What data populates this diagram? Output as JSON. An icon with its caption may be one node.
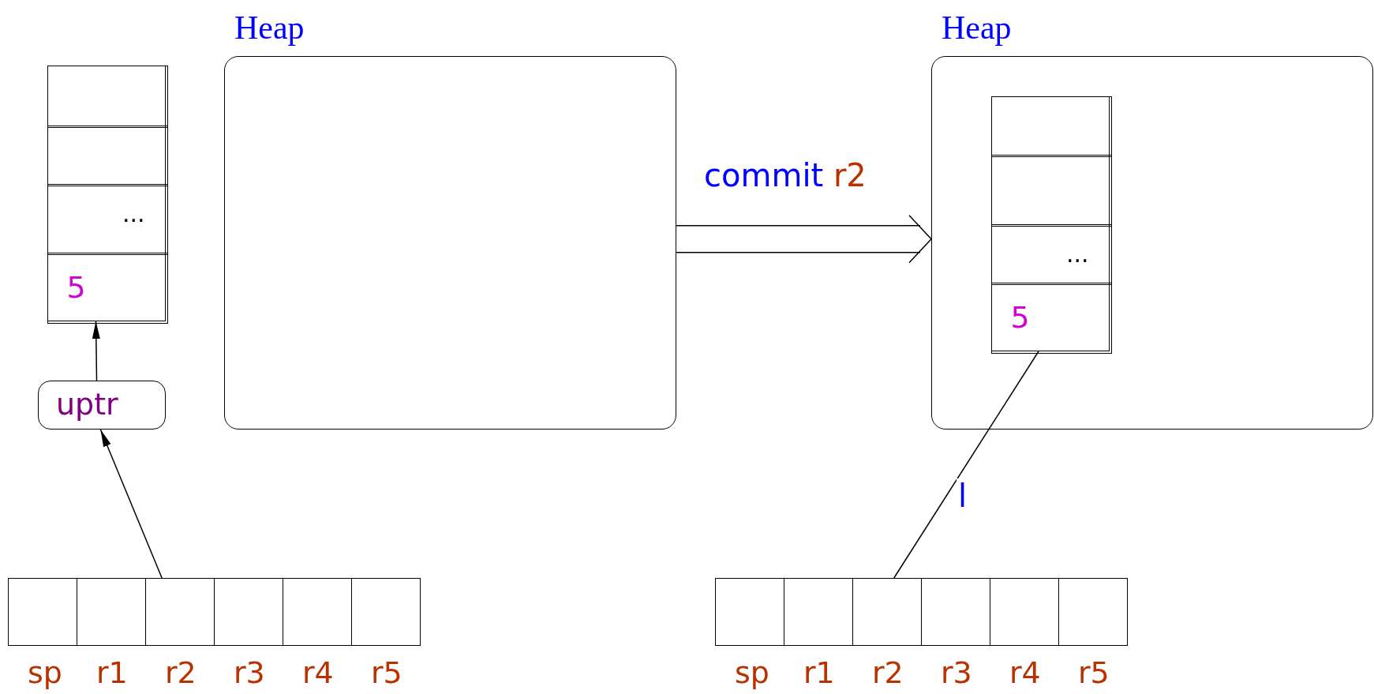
{
  "diagram": {
    "nodes": [
      {
        "text": [],
        "shape": "box"
      },
      {
        "text": [],
        "shape": "box",
        "in": 0
      },
      {
        "text": [],
        "shape": "box",
        "in": 0
      },
      {
        "text": [
          "..."
        ],
        "in": 0
      },
      {
        "text": [
          "5"
        ],
        "in": 0
      },
      {
        "text": [
          "Heap"
        ]
      },
      {
        "text": [
          "uptr"
        ]
      },
      {
        "text": [],
        "shape": "box",
        "beside": [
          "sp"
        ]
      },
      {
        "text": [],
        "shape": "box",
        "beside": [
          "r1"
        ]
      },
      {
        "text": [],
        "shape": "box",
        "beside": [
          "r2"
        ]
      },
      {
        "text": [],
        "shape": "box",
        "beside": [
          "r3"
        ]
      },
      {
        "text": [],
        "shape": "box",
        "beside": [
          "r4"
        ]
      },
      {
        "text": [],
        "shape": "box",
        "beside": [
          "r5"
        ]
      },
      {
        "text": [
          "Heap"
        ]
      },
      {
        "text": [],
        "shape": "box",
        "in": 13
      },
      {
        "text": [],
        "shape": "box",
        "in": 14
      },
      {
        "text": [],
        "shape": "box",
        "in": 14
      },
      {
        "text": [
          "..."
        ],
        "in": 14
      },
      {
        "text": [
          "5"
        ],
        "in": 14
      },
      {
        "text": [],
        "shape": "box",
        "beside": [
          "sp"
        ]
      },
      {
        "text": [],
        "shape": "box",
        "beside": [
          "r1"
        ]
      },
      {
        "text": [],
        "shape": "box",
        "beside": [
          "r2"
        ]
      },
      {
        "text": [],
        "shape": "box",
        "beside": [
          "r3"
        ]
      },
      {
        "text": [],
        "shape": "box",
        "beside": [
          "r4"
        ]
      },
      {
        "text": [],
        "shape": "box",
        "beside": [
          "r5"
        ]
      }
    ],
    "edges": [
      {
        "from": 6,
        "to": 0,
        "arrow": "to"
      },
      {
        "from": 9,
        "to": 6,
        "arrow": "to"
      },
      {
        "from": 5,
        "to": 13,
        "arrow": "to",
        "label": "commit r2"
      },
      {
        "from": 21,
        "to": 14,
        "arrow": "none",
        "label": "l"
      }
    ]
  }
}
